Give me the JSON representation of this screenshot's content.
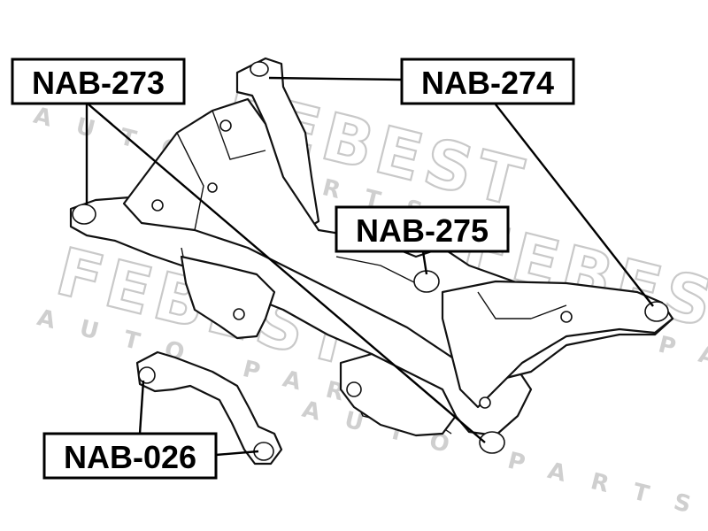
{
  "watermark": {
    "brand": "FEBEST",
    "subtitle": "AUTO PARTS"
  },
  "labels": [
    {
      "id": "NAB-273",
      "text": "NAB-273"
    },
    {
      "id": "NAB-274",
      "text": "NAB-274"
    },
    {
      "id": "NAB-275",
      "text": "NAB-275"
    },
    {
      "id": "NAB-026",
      "text": "NAB-026"
    }
  ],
  "colors": {
    "line": "#000000",
    "watermark": "#c9c9c9",
    "background": "#ffffff"
  }
}
